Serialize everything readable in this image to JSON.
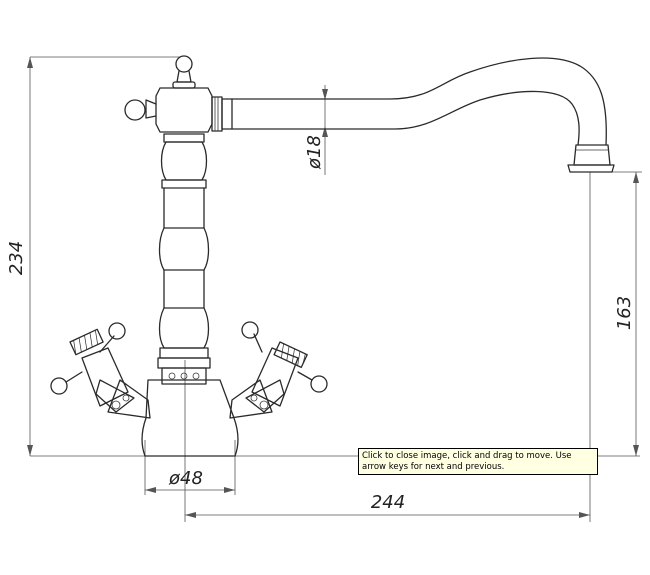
{
  "dimensions": {
    "height_total": "234",
    "spout_height": "163",
    "spout_reach": "244",
    "base_diameter": "ø48",
    "spout_diameter": "ø18"
  },
  "tooltip": {
    "text": "Click to close image, click and drag to move. Use arrow keys for next and previous."
  }
}
